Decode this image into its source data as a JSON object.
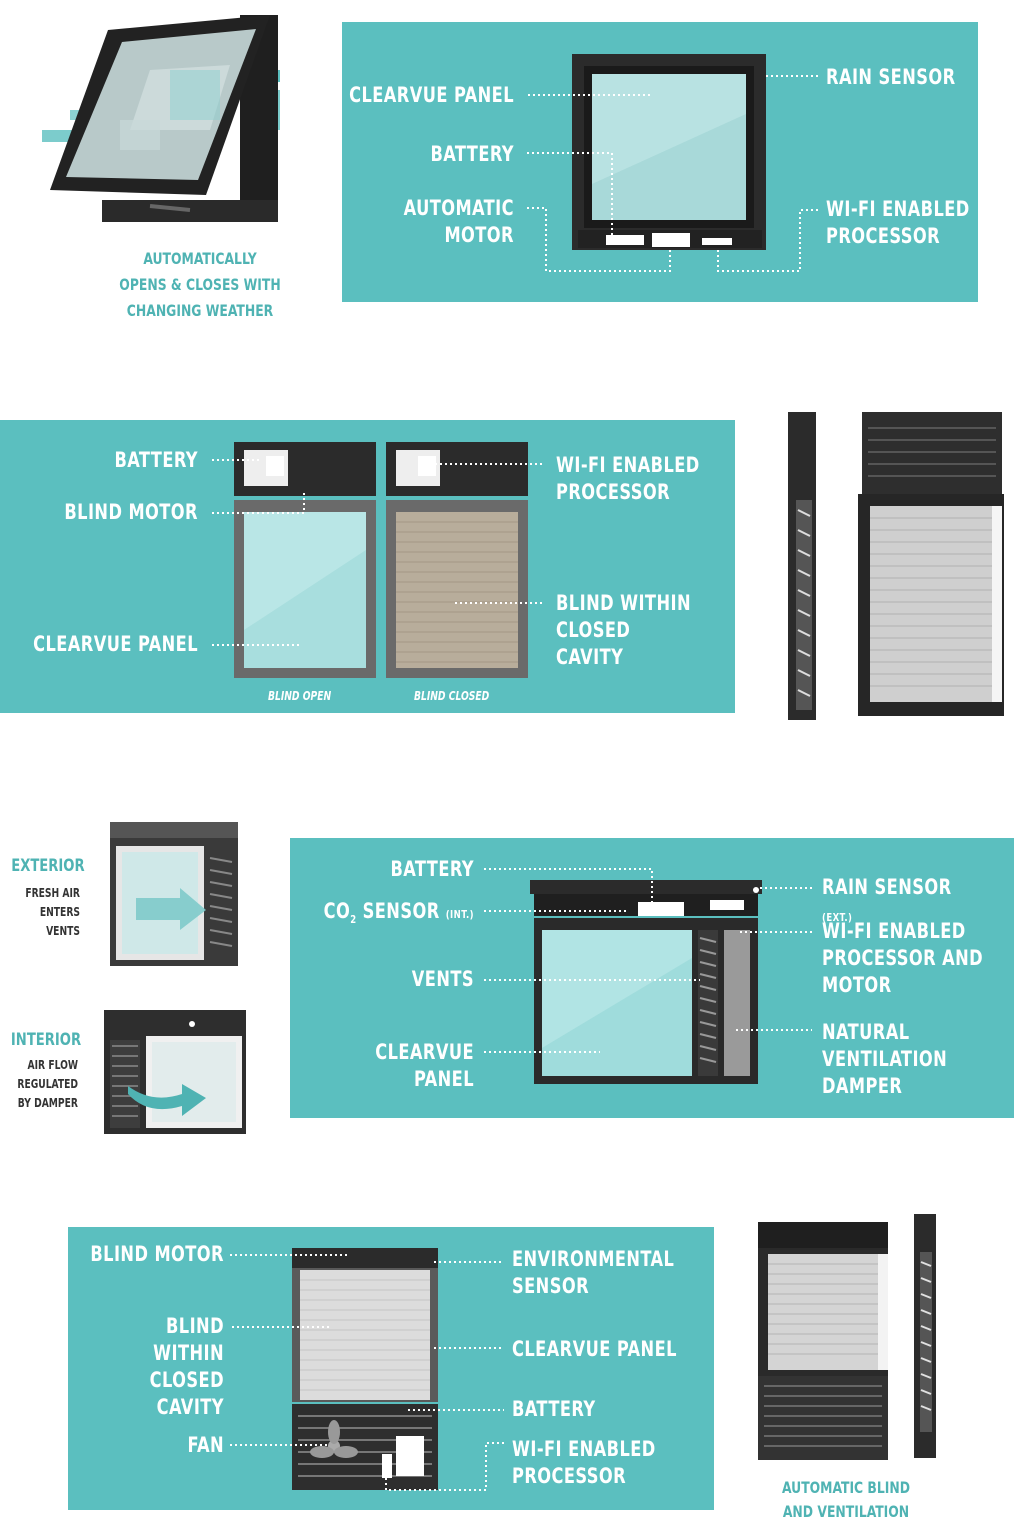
{
  "section1": {
    "caption": "AUTOMATICALLY\nOPENS & CLOSES WITH\nCHANGING WEATHER",
    "labels": {
      "clearvue_panel": "CLEARVUE PANEL",
      "battery": "BATTERY",
      "automatic_motor": "AUTOMATIC\nMOTOR",
      "rain_sensor": "RAIN SENSOR",
      "wifi_processor": "WI-FI ENABLED\nPROCESSOR"
    }
  },
  "section2": {
    "labels": {
      "battery": "BATTERY",
      "blind_motor": "BLIND MOTOR",
      "clearvue_panel": "CLEARVUE PANEL",
      "wifi_processor": "WI-FI ENABLED\nPROCESSOR",
      "blind_within": "BLIND WITHIN\nCLOSED CAVITY"
    },
    "captions": {
      "blind_open": "BLIND OPEN",
      "blind_closed": "BLIND CLOSED"
    }
  },
  "section3": {
    "exterior_title": "EXTERIOR",
    "exterior_desc": "FRESH AIR\nENTERS VENTS",
    "interior_title": "INTERIOR",
    "interior_desc": "AIR FLOW\nREGULATED\nBY DAMPER",
    "labels": {
      "battery": "BATTERY",
      "co2_main": "CO",
      "co2_sub": "2",
      "co2_rest": " SENSOR",
      "co2_note": "(INT.)",
      "vents": "VENTS",
      "clearvue_panel": "CLEARVUE PANEL",
      "rain_sensor": "RAIN SENSOR",
      "rain_note": "(EXT.)",
      "wifi_processor_motor": "WI-FI ENABLED\nPROCESSOR AND\nMOTOR",
      "damper": "NATURAL\nVENTILATION\nDAMPER"
    }
  },
  "section4": {
    "labels": {
      "blind_motor": "BLIND MOTOR",
      "blind_within": "BLIND WITHIN\nCLOSED CAVITY",
      "fan": "FAN",
      "environmental_sensor": "ENVIRONMENTAL\nSENSOR",
      "clearvue_panel": "CLEARVUE PANEL",
      "battery": "BATTERY",
      "wifi_processor": "WI-FI ENABLED\nPROCESSOR"
    },
    "caption": "AUTOMATIC BLIND\nAND VENTILATION"
  },
  "colors": {
    "teal": "#5bbfbf",
    "frame": "#2b2b2b",
    "glass": "#a8dede",
    "white": "#ffffff"
  }
}
